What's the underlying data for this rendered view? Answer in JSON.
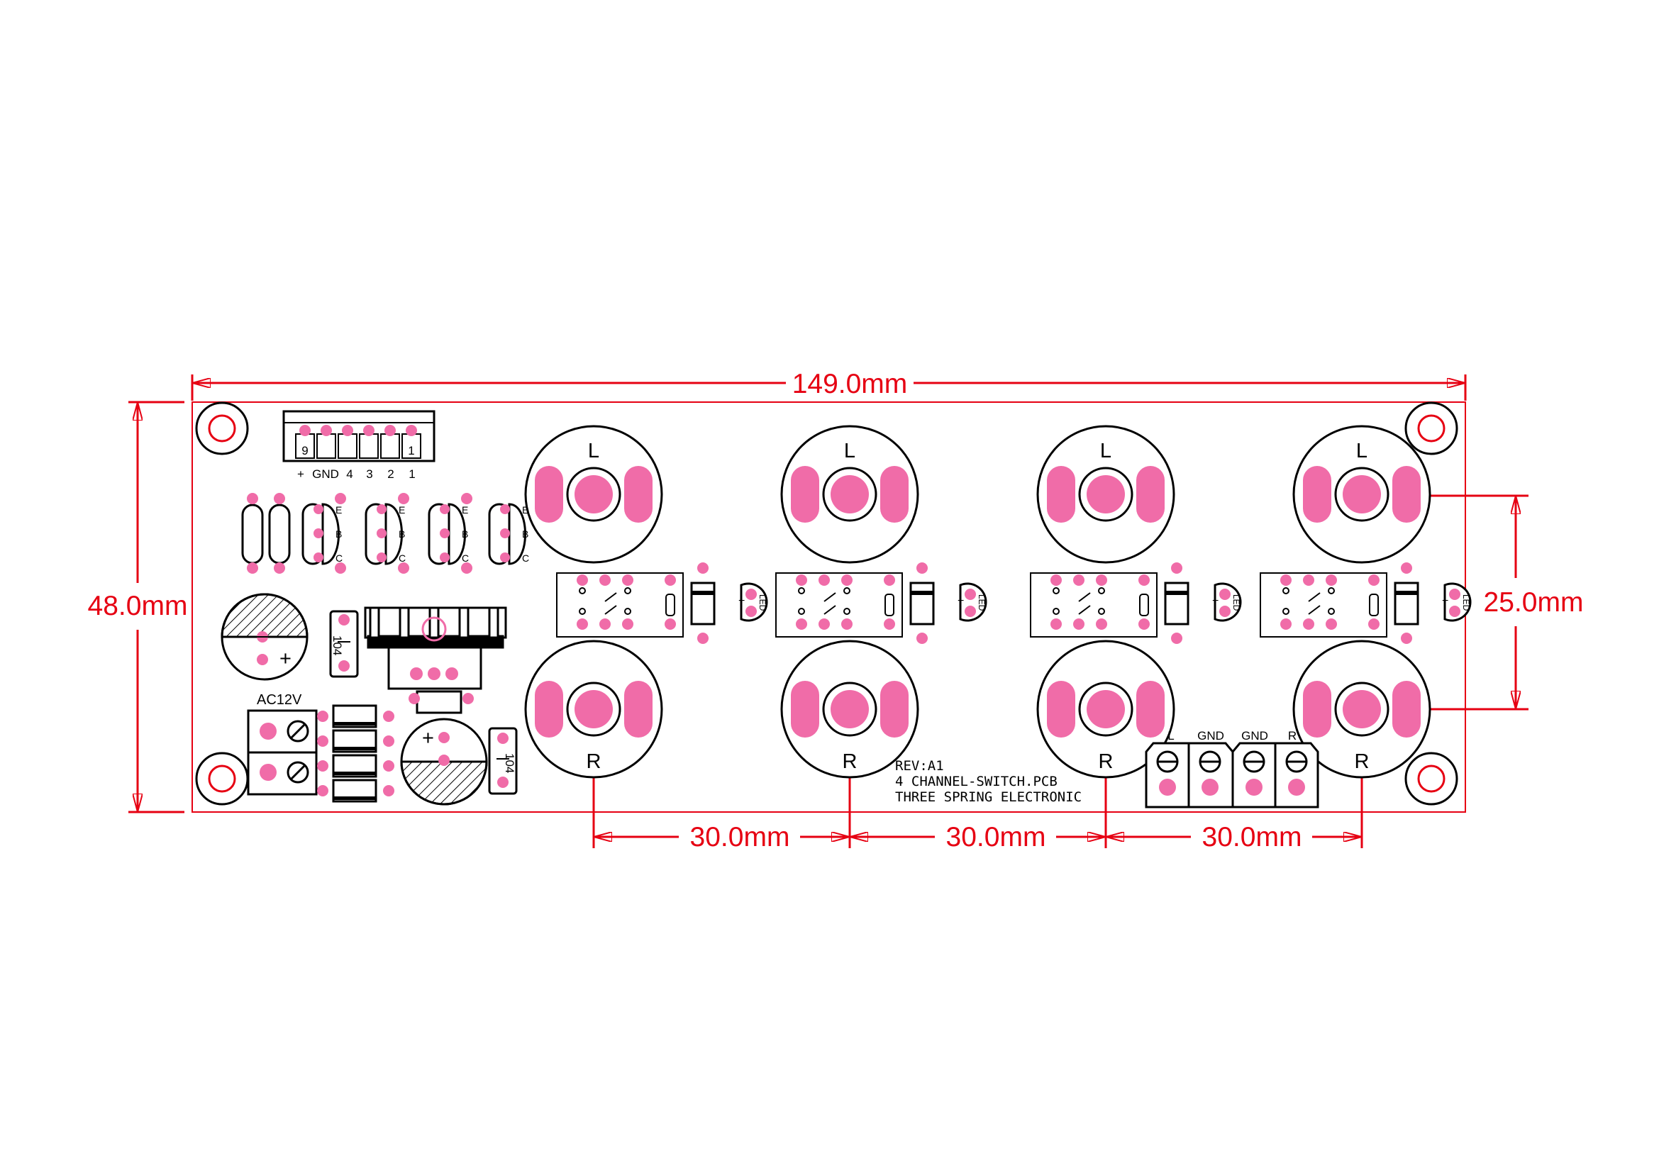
{
  "colors": {
    "background": "#ffffff",
    "dimension": "#e60012",
    "silkscreen": "#000000",
    "pad": "#f06ca8",
    "board_outline": "#e60012"
  },
  "dimensions": {
    "width": "149.0mm",
    "height": "48.0mm",
    "channel_spacing": "25.0mm",
    "pitch_1": "30.0mm",
    "pitch_2": "30.0mm",
    "pitch_3": "30.0mm"
  },
  "connector_top": {
    "pin_first": "9",
    "pin_last": "1",
    "labels": [
      "+",
      "GND",
      "4",
      "3",
      "2",
      "1"
    ]
  },
  "transistor_labels": [
    "E",
    "B",
    "C"
  ],
  "jack_labels": {
    "left": "L",
    "right": "R"
  },
  "led_label": "LED",
  "plus_sign": "+",
  "cap_label": "104",
  "power_label": "AC12V",
  "output_terminal_labels": [
    "L",
    "GND",
    "GND",
    "R"
  ],
  "board_text": {
    "revision": "REV:A1",
    "file": "4 CHANNEL-SWITCH.PCB",
    "maker": "THREE SPRING ELECTRONIC"
  }
}
